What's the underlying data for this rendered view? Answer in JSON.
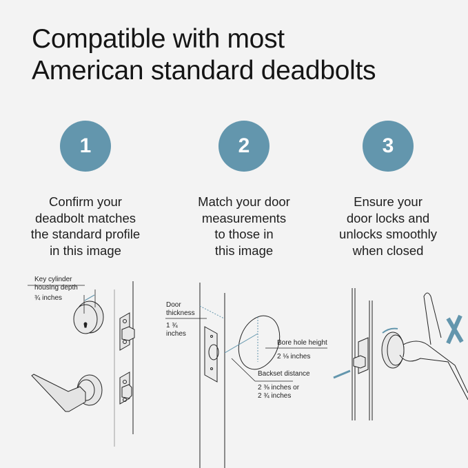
{
  "title": {
    "line1": "Compatible with most",
    "line2": "American standard deadbolts"
  },
  "colors": {
    "background": "#f3f3f3",
    "accent": "#6396ad",
    "text": "#1c1c1c"
  },
  "steps": [
    {
      "number": "1",
      "lines": [
        "Confirm your",
        "deadbolt matches",
        "the standard profile",
        "in this image"
      ]
    },
    {
      "number": "2",
      "lines": [
        "Match your door",
        "measurements",
        "to those in",
        "this image"
      ]
    },
    {
      "number": "3",
      "lines": [
        "Ensure your",
        "door locks and",
        "unlocks smoothly",
        "when closed"
      ]
    }
  ],
  "diagram1": {
    "label_line1": "Key cylinder",
    "label_line2": "housing depth",
    "value": "¾ inches",
    "icons": [
      "deadbolt-cylinder-icon",
      "lever-handle-icon",
      "strike-plate-icon"
    ]
  },
  "diagram2": {
    "door_thickness_line1": "Door",
    "door_thickness_line2": "thickness",
    "door_thickness_value_line1": "1 ¾",
    "door_thickness_value_line2": "inches",
    "bore_label": "Bore hole height",
    "bore_value": "2 ⅛ inches",
    "backset_label": "Backset distance",
    "backset_value_line1": "2 ⅜ inches or",
    "backset_value_line2": "2 ¾ inches"
  },
  "diagram3": {
    "icons": [
      "hand-turning-thumbturn-icon",
      "rotation-arrow-icon",
      "bolt-motion-arrow-icon",
      "no-hand-x-icon"
    ]
  }
}
